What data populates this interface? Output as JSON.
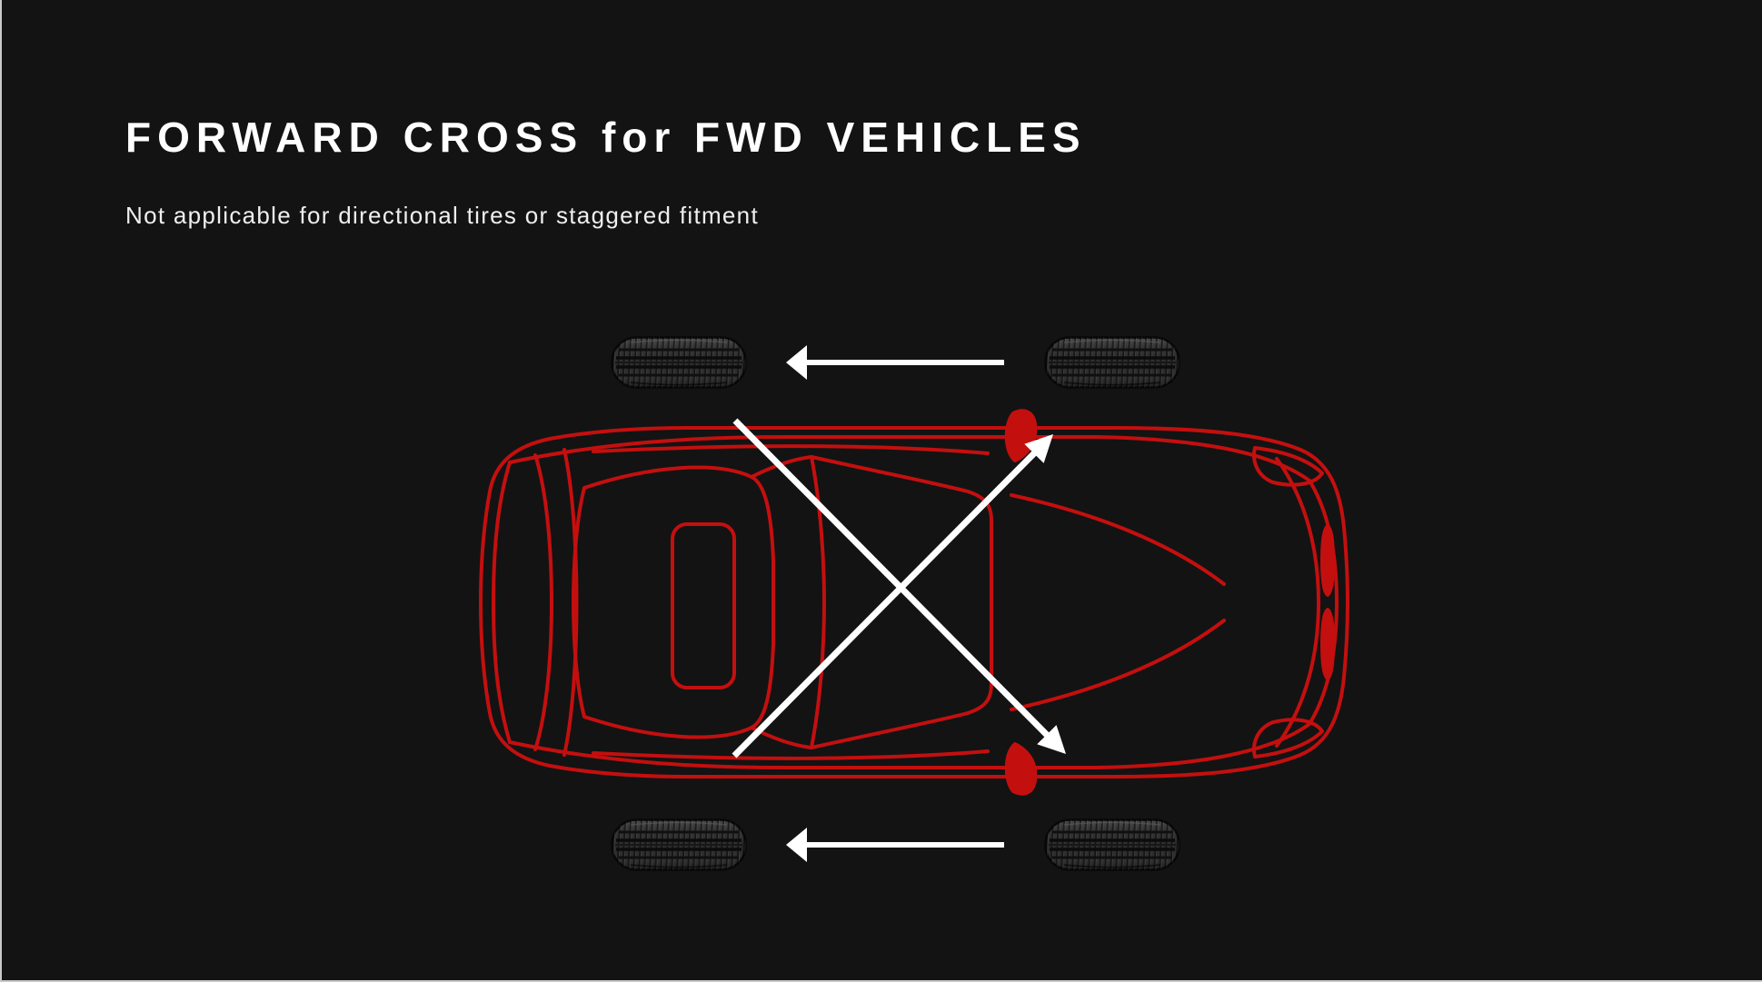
{
  "page": {
    "background_color": "#131313",
    "edge_border_color": "#c9c9c9"
  },
  "header": {
    "title": "FORWARD CROSS for FWD VEHICLES",
    "subtitle": "Not applicable for directional tires or staggered fitment",
    "title_color": "#ffffff",
    "subtitle_color": "#efefef"
  },
  "diagram": {
    "description": "Top view of a red sedan outline (front facing right) with four tires placed off the car and white arrows showing the forward-cross rotation pattern",
    "car_outline_color": "#c40f0f",
    "arrow_color": "#ffffff",
    "tires": [
      {
        "name": "tire-top-left",
        "axle": "rear",
        "row": "top"
      },
      {
        "name": "tire-top-right",
        "axle": "front",
        "row": "top"
      },
      {
        "name": "tire-bottom-left",
        "axle": "rear",
        "row": "bottom"
      },
      {
        "name": "tire-bottom-right",
        "axle": "front",
        "row": "bottom"
      }
    ],
    "arrows": [
      {
        "name": "arrow-top-straight",
        "type": "straight",
        "from": "front-top",
        "to": "rear-top",
        "direction": "left"
      },
      {
        "name": "arrow-bottom-straight",
        "type": "straight",
        "from": "front-bottom",
        "to": "rear-bottom",
        "direction": "left"
      },
      {
        "name": "arrow-cross-up",
        "type": "diagonal",
        "from": "rear-bottom",
        "to": "front-top",
        "direction": "up-right"
      },
      {
        "name": "arrow-cross-down",
        "type": "diagonal",
        "from": "rear-top",
        "to": "front-bottom",
        "direction": "down-right"
      }
    ]
  }
}
